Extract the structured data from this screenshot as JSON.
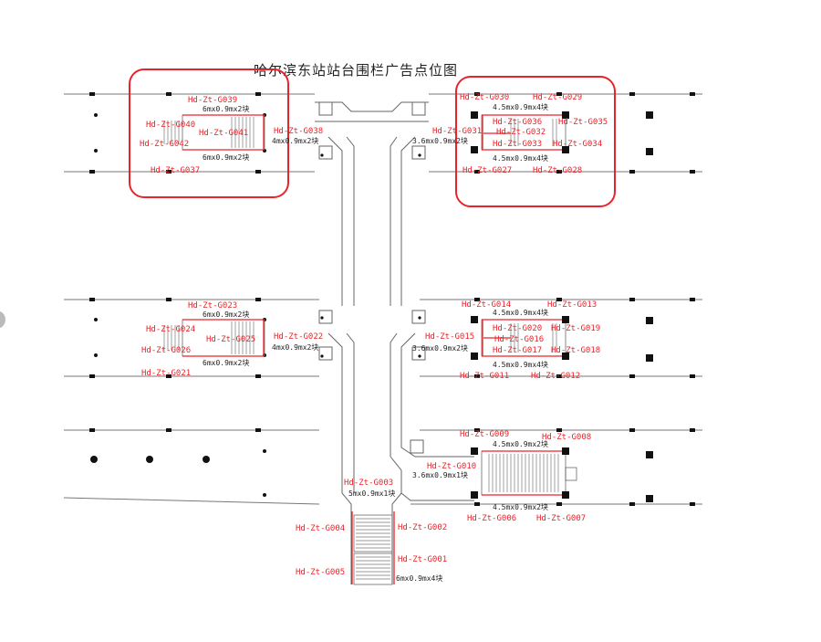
{
  "title": "哈尔滨东站站台围栏广告点位图",
  "labels": {
    "g039": "Hd-Zt-G039",
    "g040": "Hd-Zt-G040",
    "g041": "Hd-Zt-G041",
    "g042": "Hd-Zt-G042",
    "g037": "Hd-Zt-G037",
    "g038": "Hd-Zt-G038",
    "g030": "Hd-Zt-G030",
    "g029": "Hd-Zt-G029",
    "g031": "Hd-Zt-G031",
    "g036": "Hd-Zt-G036",
    "g035": "Hd-Zt-G035",
    "g032": "Hd-Zt-G032",
    "g033": "Hd-Zt-G033",
    "g034": "Hd-Zt-G034",
    "g027": "Hd-Zt-G027",
    "g028": "Hd-Zt-G028",
    "g023": "Hd-Zt-G023",
    "g024": "Hd-Zt-G024",
    "g025": "Hd-Zt-G025",
    "g026": "Hd-Zt-G026",
    "g021": "Hd-Zt-G021",
    "g022": "Hd-Zt-G022",
    "g014": "Hd-Zt-G014",
    "g013": "Hd-Zt-G013",
    "g015": "Hd-Zt-G015",
    "g020": "Hd-Zt-G020",
    "g019": "Hd-Zt-G019",
    "g016": "Hd-Zt-G016",
    "g017": "Hd-Zt-G017",
    "g018": "Hd-Zt-G018",
    "g011": "Hd-Zt-G011",
    "g012": "Hd-Zt-G012",
    "g009": "Hd-Zt-G009",
    "g008": "Hd-Zt-G008",
    "g010": "Hd-Zt-G010",
    "g006": "Hd-Zt-G006",
    "g007": "Hd-Zt-G007",
    "g003": "Hd-Zt-G003",
    "g004": "Hd-Zt-G004",
    "g002": "Hd-Zt-G002",
    "g001": "Hd-Zt-G001",
    "g005": "Hd-Zt-G005"
  },
  "dims": {
    "d6x2": "6mx0.9mx2块",
    "d4x2": "4mx0.9mx2块",
    "d45x4": "4.5mx0.9mx4块",
    "d36x2": "3.6mx0.9mx2块",
    "d45x2": "4.5mx0.9mx2块",
    "d36x1": "3.6mx0.9mx1块",
    "d5x1": "5mx0.9mx1块",
    "d6x4": "6mx0.9mx4块"
  },
  "colors": {
    "label": "#e8242a",
    "highlight": "#e8242a",
    "line": "#555555"
  }
}
